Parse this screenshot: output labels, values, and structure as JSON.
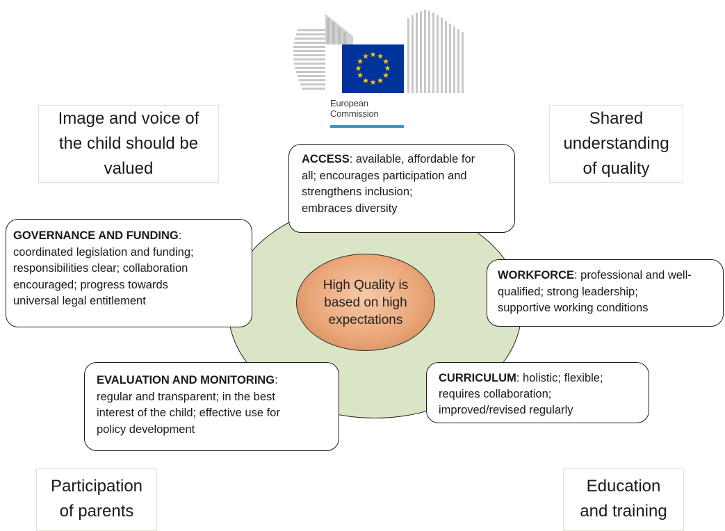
{
  "logo": {
    "line1": "European",
    "line2": "Commission",
    "colors": {
      "flag_blue": "#003399",
      "stars": "#ffcc00",
      "stripe": "#2e9ad6",
      "building": "#c8c8c8"
    }
  },
  "corners": {
    "top_left": {
      "lines": [
        "Image and voice of",
        "the child should be",
        "valued"
      ]
    },
    "top_right": {
      "lines": [
        "Shared",
        "understanding",
        "of quality"
      ]
    },
    "bottom_left": {
      "lines": [
        "Participation",
        "of parents"
      ]
    },
    "bottom_right": {
      "lines": [
        "Education",
        "and training"
      ]
    }
  },
  "center": {
    "text": "High Quality is based on high expectations"
  },
  "dimensions": {
    "access": {
      "title": "ACCESS",
      "lines": [
        ": available, affordable for",
        "all; encourages participation and",
        "strengthens inclusion;",
        "embraces diversity"
      ]
    },
    "governance": {
      "title": "GOVERNANCE AND FUNDING",
      "lines": [
        ":",
        "coordinated legislation and funding;",
        "responsibilities clear; collaboration",
        "encouraged; progress towards",
        "universal legal entitlement"
      ]
    },
    "workforce": {
      "title": "WORKFORCE",
      "lines": [
        ": professional and well-",
        "qualified; strong leadership;",
        "supportive working conditions"
      ]
    },
    "evaluation": {
      "title": "EVALUATION AND MONITORING",
      "lines": [
        ":",
        "regular and transparent; in the best",
        "interest of the child; effective use for",
        "policy development"
      ]
    },
    "curriculum": {
      "title": "CURRICULUM",
      "lines": [
        ": holistic; flexible;",
        "requires collaboration;",
        "improved/revised regularly"
      ]
    }
  },
  "colors": {
    "outer_ellipse": "#d9e5c5",
    "inner_ellipse": "#eba77a",
    "corner_border": "#dde6cf"
  }
}
